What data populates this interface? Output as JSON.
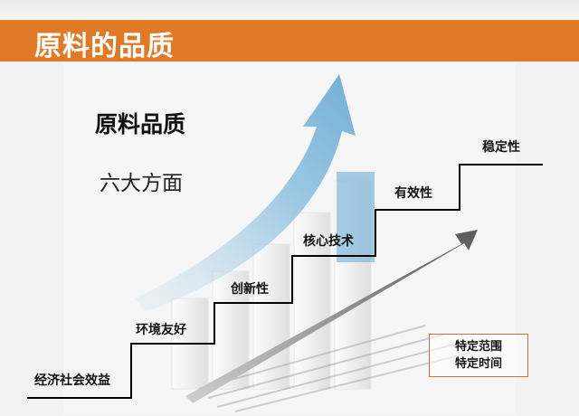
{
  "slide": {
    "title": "原料的品质",
    "heading": "原料品质",
    "subheading": "六大方面",
    "steps": [
      {
        "label": "经济社会效益"
      },
      {
        "label": "环境友好"
      },
      {
        "label": "创新性"
      },
      {
        "label": "核心技术"
      },
      {
        "label": "有效性"
      },
      {
        "label": "稳定性"
      }
    ],
    "note": {
      "line1": "特定范围",
      "line2": "特定时间"
    }
  },
  "colors": {
    "title_bar": "#e07a26",
    "arrow_blue": "#6aaed6",
    "note_border": "#c9733a"
  }
}
